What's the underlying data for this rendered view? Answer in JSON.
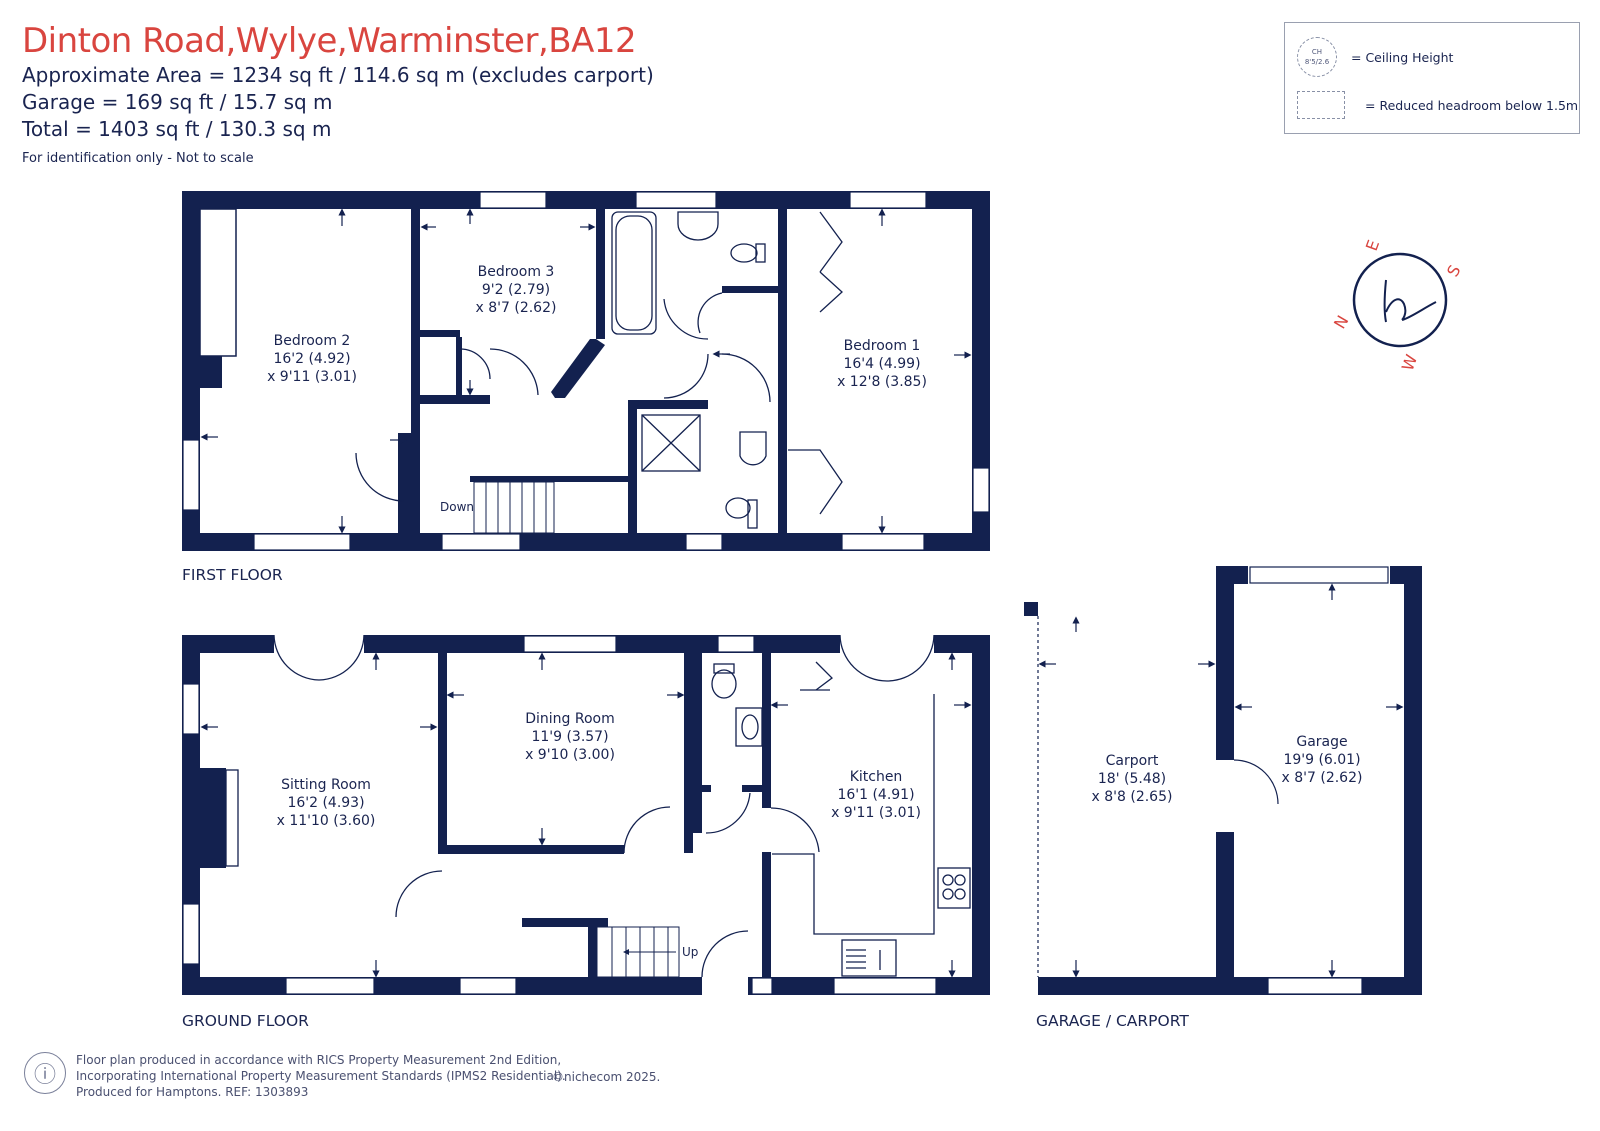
{
  "header": {
    "title": "Dinton Road,Wylye,Warminster,BA12",
    "area_lines": [
      "Approximate Area = 1234 sq ft / 114.6 sq m (excludes carport)",
      "Garage = 169 sq ft / 15.7 sq m",
      "Total = 1403 sq ft / 130.3 sq m"
    ],
    "disclaimer": "For identification only - Not to scale"
  },
  "legend": {
    "ceiling_icon_line1": "CH",
    "ceiling_icon_line2": "8'5/2.6",
    "ceiling_label": "= Ceiling Height",
    "reduced_label": "= Reduced headroom below 1.5m"
  },
  "compass": {
    "n": "N",
    "e": "E",
    "s": "S",
    "w": "W"
  },
  "floors": {
    "first": "FIRST FLOOR",
    "ground": "GROUND FLOOR",
    "garage": "GARAGE / CARPORT"
  },
  "rooms": {
    "bedroom2": {
      "name": "Bedroom 2",
      "dim1": "16'2 (4.92)",
      "dim2": "x 9'11 (3.01)"
    },
    "bedroom3": {
      "name": "Bedroom 3",
      "dim1": "9'2 (2.79)",
      "dim2": "x 8'7 (2.62)"
    },
    "bedroom1": {
      "name": "Bedroom 1",
      "dim1": "16'4 (4.99)",
      "dim2": "x 12'8 (3.85)"
    },
    "sitting": {
      "name": "Sitting Room",
      "dim1": "16'2 (4.93)",
      "dim2": "x 11'10 (3.60)"
    },
    "dining": {
      "name": "Dining Room",
      "dim1": "11'9 (3.57)",
      "dim2": "x 9'10 (3.00)"
    },
    "kitchen": {
      "name": "Kitchen",
      "dim1": "16'1 (4.91)",
      "dim2": "x 9'11 (3.01)"
    },
    "carport": {
      "name": "Carport",
      "dim1": "18' (5.48)",
      "dim2": "x 8'8 (2.65)"
    },
    "garage": {
      "name": "Garage",
      "dim1": "19'9 (6.01)",
      "dim2": "x 8'7 (2.62)"
    }
  },
  "stairs": {
    "down": "Down",
    "up": "Up"
  },
  "footer": {
    "lines": [
      "Floor plan produced in accordance with RICS Property Measurement 2nd Edition,",
      "Incorporating International Property Measurement Standards (IPMS2 Residential).",
      "Produced for Hamptons.  REF: 1303893"
    ],
    "copyright": "©nichecom 2025."
  },
  "colors": {
    "wall": "#13214f",
    "title": "#d9453f"
  }
}
